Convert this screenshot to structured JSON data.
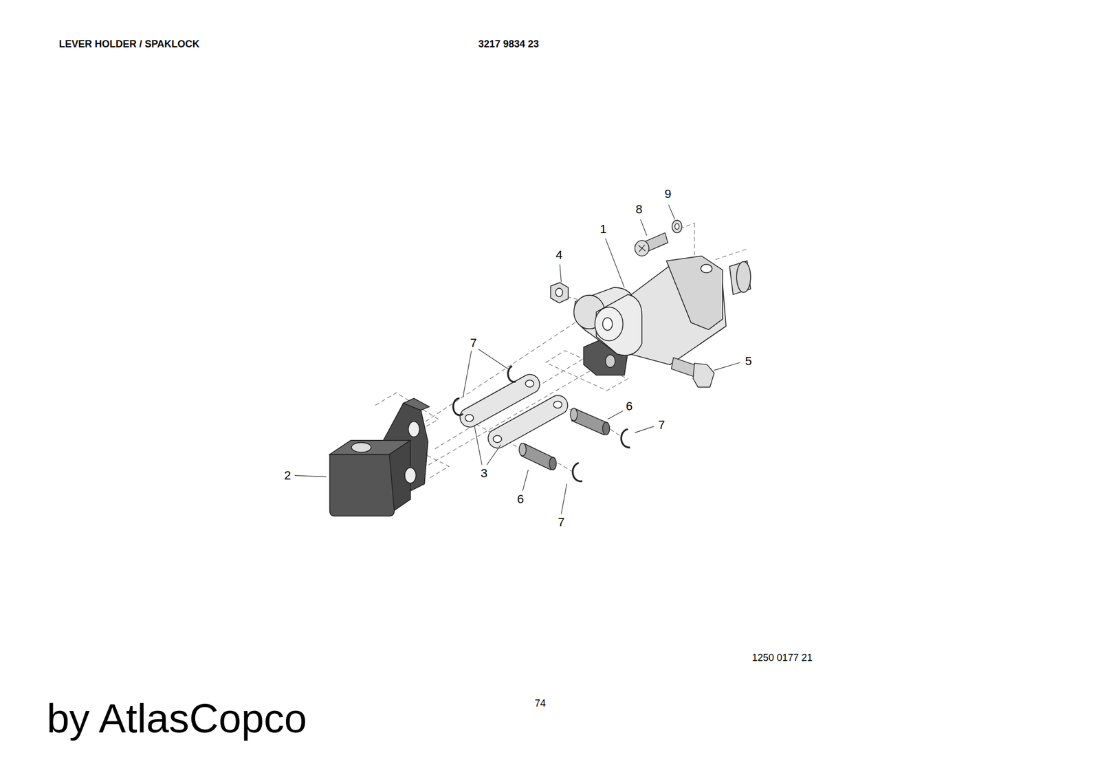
{
  "diagram": {
    "title": "LEVER HOLDER / SPAKLOCK",
    "labels": [
      "3217 9834 23",
      "9",
      "8",
      "1",
      "4",
      "7",
      "5",
      "6",
      "7",
      "2",
      "3",
      "6",
      "7",
      "1250 0177 21",
      "74",
      "by AtlasCopco"
    ]
  }
}
